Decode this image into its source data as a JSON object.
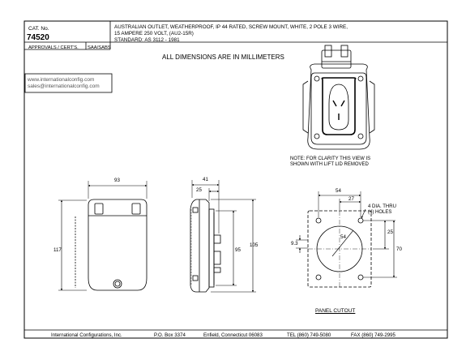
{
  "title_block": {
    "cat_label": "CAT. No.",
    "cat_number": "74520",
    "description": [
      "AUSTRALIAN OUTLET, WEATHERPROOF, IP 44 RATED, SCREW MOUNT, WHITE, 2 POLE 3 WIRE,",
      "15 AMPERE 250 VOLT, (AU2-15R)",
      "STANDARD:  AS 3112 - 1981"
    ],
    "approvals_label": "APPROVALS / CERT'S.",
    "approval_mark": "SAA/SABS"
  },
  "banner": "ALL DIMENSIONS ARE IN MILLIMETERS",
  "contact": {
    "website": "www.internationalconfig.com",
    "email": "sales@internationalconfig.com"
  },
  "note": [
    "NOTE: FOR CLARITY THIS VIEW IS",
    "SHOWN WITH LIFT LID REMOVED"
  ],
  "dimensions": {
    "front_width": "93",
    "front_height": "117",
    "side_depth_total": "41",
    "side_depth_body": "25",
    "side_height_body": "95",
    "side_height_total": "105",
    "cutout_hole_spacing": "54",
    "cutout_half_spacing": "27",
    "cutout_vertical_offset": "25",
    "cutout_hole_height": "70",
    "cutout_left_offset": "9.3",
    "cutout_center_diameter": "54"
  },
  "holes_label": [
    "4 DIA. THRU",
    "(4) HOLES"
  ],
  "panel_cutout_label": "PANEL CUTOUT",
  "footer": {
    "company": "International Configurations, Inc.",
    "po_box": "P.O. Box 3374",
    "city": "Enfield, Connecticut 06083",
    "tel": "TEL (860) 749-5080",
    "fax": "FAX (860) 749-2995"
  }
}
